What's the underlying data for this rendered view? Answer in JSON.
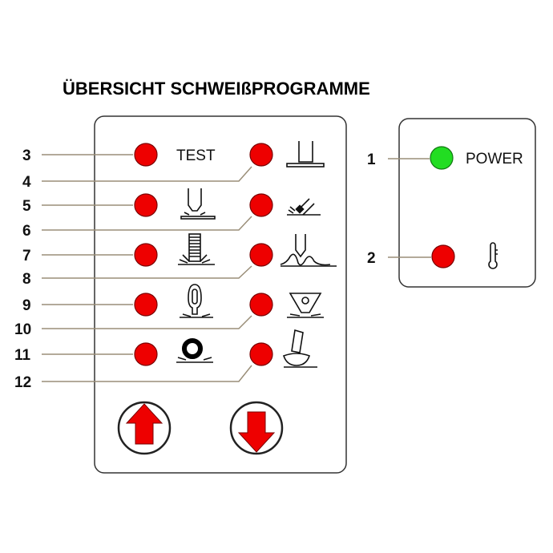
{
  "title": "ÜBERSICHT SCHWEIßPROGRAMME",
  "program_panel": {
    "test_label": "TEST",
    "numbers": [
      "3",
      "4",
      "5",
      "6",
      "7",
      "8",
      "9",
      "10",
      "11",
      "12"
    ],
    "led_color": "#ee0000",
    "up_button_icon": "arrow-up-icon",
    "down_button_icon": "arrow-down-icon"
  },
  "status_panel": {
    "power_number": "1",
    "power_label": "POWER",
    "power_led_color": "#22dd22",
    "temp_number": "2",
    "temp_led_color": "#ee0000",
    "temp_icon": "thermometer-icon"
  }
}
